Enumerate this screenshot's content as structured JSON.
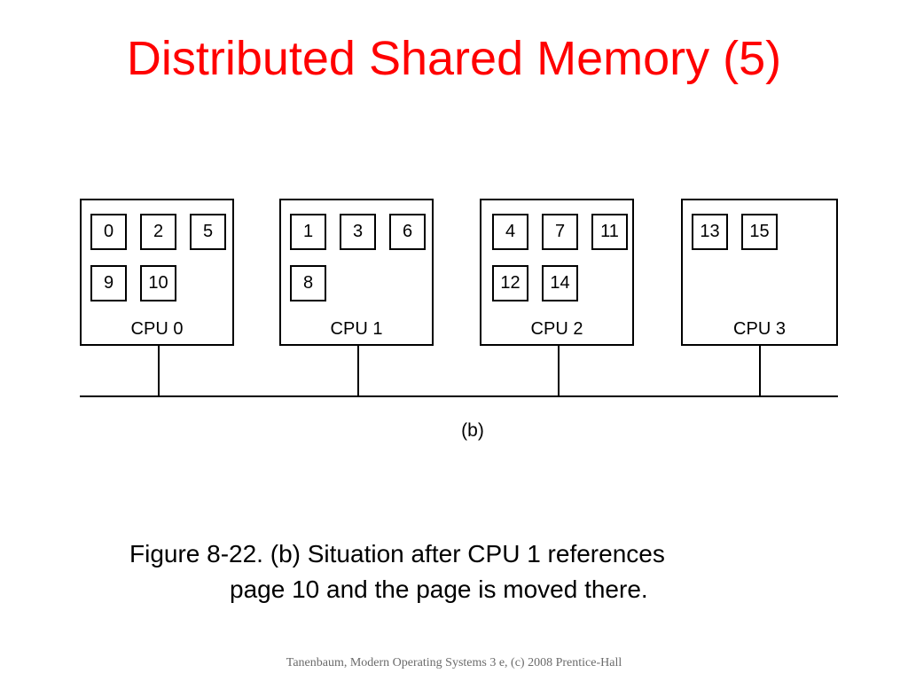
{
  "slide": {
    "title": "Distributed Shared Memory (5)"
  },
  "figure": {
    "cpus": [
      {
        "label": "CPU 0",
        "pages": [
          "0",
          "2",
          "5",
          "9",
          "10"
        ]
      },
      {
        "label": "CPU 1",
        "pages": [
          "1",
          "3",
          "6",
          "8"
        ]
      },
      {
        "label": "CPU 2",
        "pages": [
          "4",
          "7",
          "11",
          "12",
          "14"
        ]
      },
      {
        "label": "CPU 3",
        "pages": [
          "13",
          "15"
        ]
      }
    ],
    "sublabel": "(b)"
  },
  "caption": {
    "line1": "Figure 8-22. (b) Situation after CPU 1 references",
    "line2": "page 10 and the page is moved there."
  },
  "footer": {
    "text": "Tanenbaum, Modern Operating Systems 3 e, (c) 2008 Prentice-Hall"
  }
}
